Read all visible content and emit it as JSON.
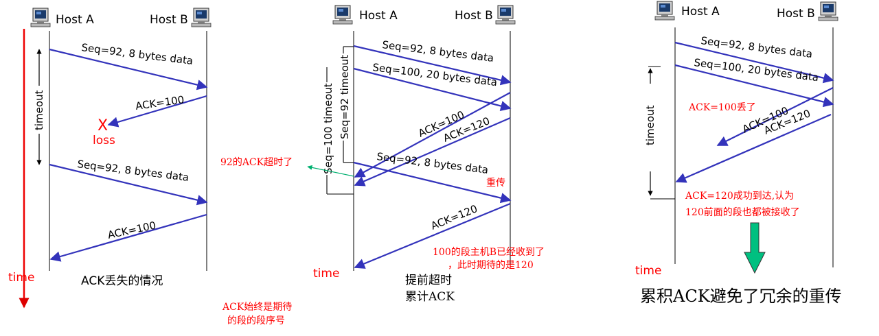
{
  "panel1": {
    "host_a": "Host A",
    "host_b": "Host B",
    "timeout": "timeout",
    "msg1": "Seq=92, 8 bytes data",
    "ack1": "ACK=100",
    "x_mark": "X",
    "loss": "loss",
    "msg2": "Seq=92, 8 bytes data",
    "ack2": "ACK=100",
    "time": "time",
    "caption": "ACK丢失的情况"
  },
  "panel2": {
    "host_a": "Host A",
    "host_b": "Host B",
    "timeout100": "Seq=100 timeout",
    "timeout92": "Seq=92 timeout",
    "msg1": "Seq=92, 8 bytes data",
    "msg2": "Seq=100, 20 bytes data",
    "ack100": "ACK=100",
    "ack120": "ACK=120",
    "note_92": "92的ACK超时了",
    "msg3": "Seq=92, 8 bytes data",
    "resend": "重传",
    "ack120b": "ACK=120",
    "note_100_line1": "100的段主机B已经收到了",
    "note_100_line2": "，此时期待的是120",
    "time": "time",
    "caption_line1": "提前超时",
    "caption_line2": "累计ACK",
    "note_ack_line1": "ACK始终是期待",
    "note_ack_line2": "的段的段序号"
  },
  "panel3": {
    "host_a": "Host A",
    "host_b": "Host B",
    "msg1": "Seq=92, 8 bytes data",
    "msg2": "Seq=100, 20 bytes data",
    "timeout": "timeout",
    "note_lost": "ACK=100丢了",
    "ack100": "ACK=100",
    "ack120": "ACK=120",
    "note_120_line1": "ACK=120成功到达,认为",
    "note_120_line2": "120前面的段也都被接收了",
    "time": "time",
    "caption": "累积ACK避免了冗余的重传"
  },
  "colors": {
    "arrow": "#3333bb",
    "note": "#ff0000",
    "down_arrow": "#00b070"
  },
  "icons": [
    "computer-icon"
  ]
}
